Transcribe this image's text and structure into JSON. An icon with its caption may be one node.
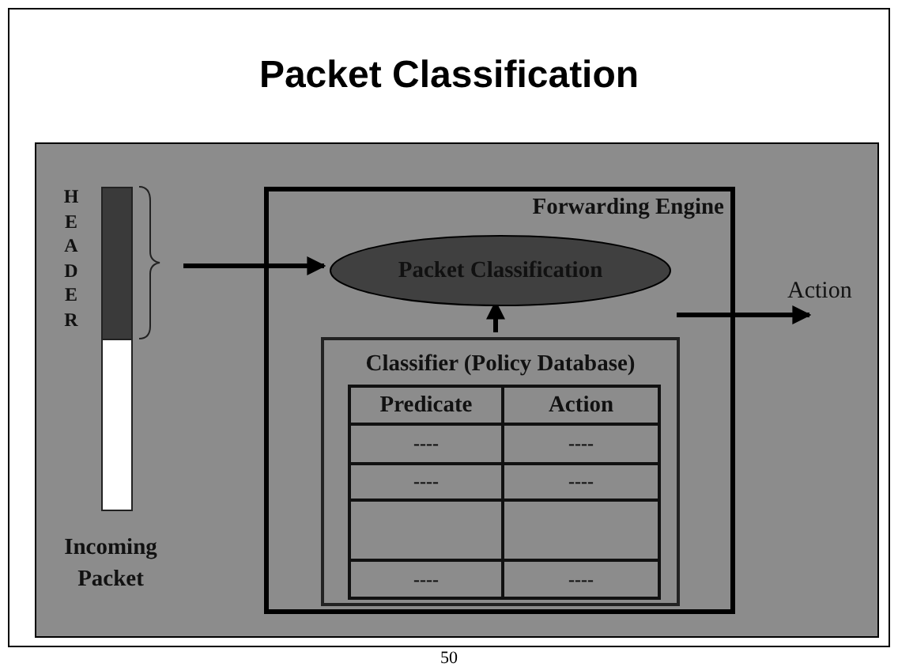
{
  "diagram": {
    "title": "Packet Classification",
    "nodes": [
      {
        "text": [
          "Forwarding Engine"
        ]
      },
      {
        "text": [
          "Packet Classification"
        ],
        "in": 0
      },
      {
        "text": [
          "Classifier (Policy Database)"
        ],
        "in": 0
      },
      {
        "text": [
          "H E A D E R",
          "Incoming Packet"
        ]
      }
    ],
    "edges": [
      {
        "from": 3,
        "to": 1,
        "arrow": "to"
      },
      {
        "from": 2,
        "to": 1,
        "arrow": "to"
      },
      {
        "from": 1,
        "to": null,
        "arrow": "to",
        "label": "Action"
      }
    ],
    "labels": [
      "Predicate",
      "Action",
      "----",
      "----",
      "----",
      "----",
      "----",
      "----",
      "50"
    ]
  }
}
